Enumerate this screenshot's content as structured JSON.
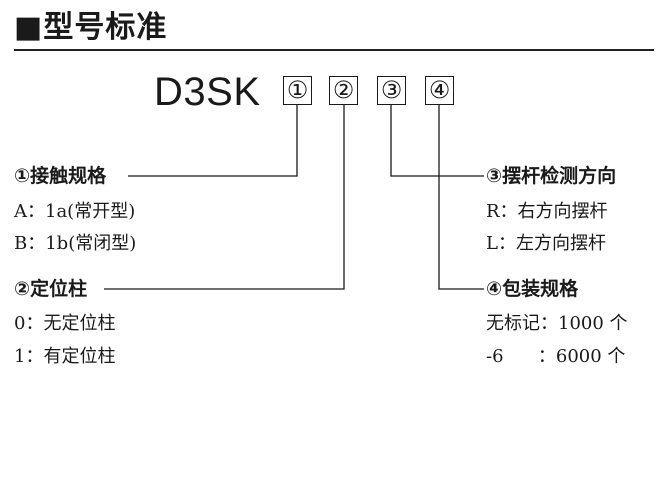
{
  "title": "■型号标准",
  "model": {
    "prefix": "D3SK",
    "slots": [
      "①",
      "②",
      "③",
      "④"
    ]
  },
  "sections": [
    {
      "heading": "①接触规格",
      "items": [
        "A：1a(常开型)",
        "B：1b(常闭型)"
      ]
    },
    {
      "heading": "②定位柱",
      "items": [
        "0：无定位柱",
        "1：有定位柱"
      ]
    },
    {
      "heading": "③摆杆检测方向",
      "items": [
        "R：右方向摆杆",
        "L：左方向摆杆"
      ]
    },
    {
      "heading": "④包装规格",
      "items": [
        "无标记：1000 个",
        "-6      ：6000 个"
      ]
    }
  ]
}
